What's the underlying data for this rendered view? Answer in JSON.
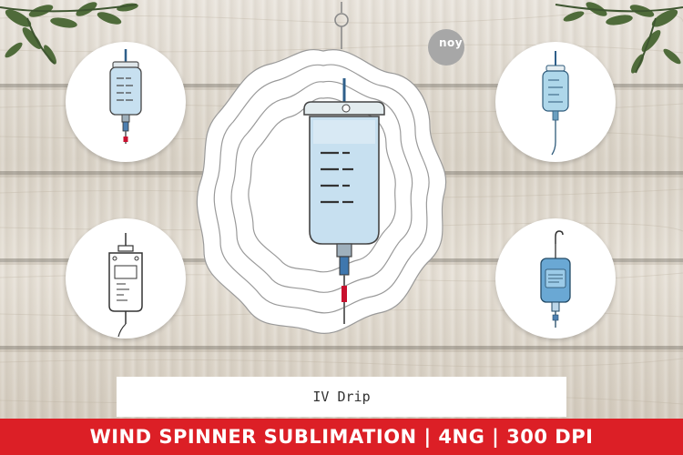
{
  "watermark": {
    "logo_text": "noy"
  },
  "caption": "IV Drip",
  "banner": {
    "text": "WIND SPINNER SUBLIMATION | 4NG | 300 DPI"
  },
  "icons": {
    "main": "iv-bag-icon",
    "top_left": "iv-bag-icon",
    "bottom_left": "iv-bag-outline-icon",
    "top_right": "iv-bag-icon",
    "bottom_right": "iv-bag-icon"
  },
  "colors": {
    "banner": "#dc1f26",
    "fluid": "#bcd9ec",
    "clamp": "#c8102e"
  }
}
